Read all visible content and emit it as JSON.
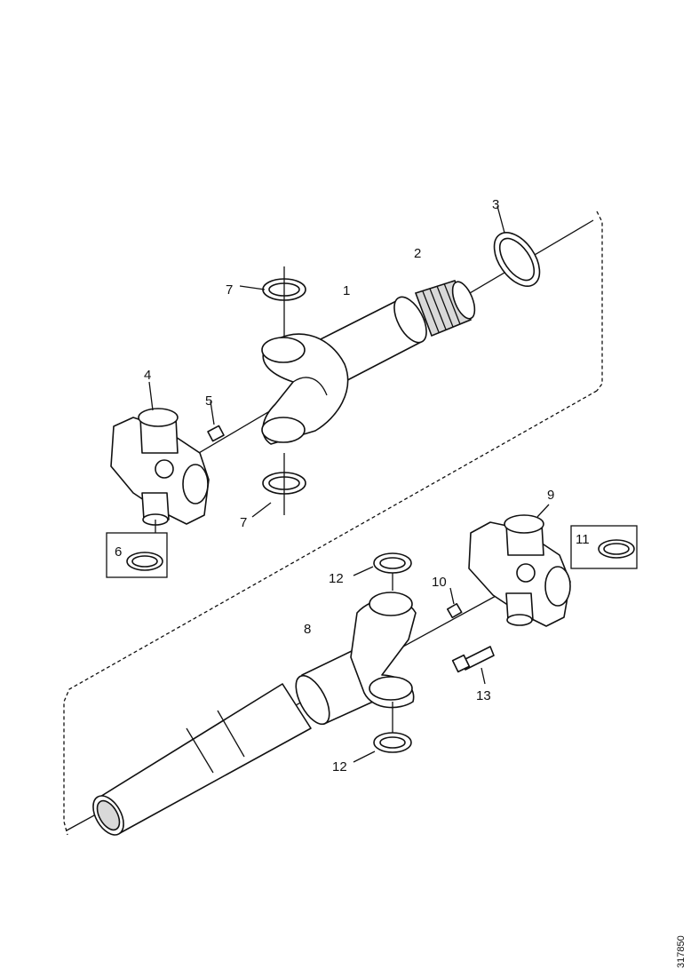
{
  "figure_number": "317850",
  "callouts": {
    "c1": "1",
    "c2": "2",
    "c3": "3",
    "c4": "4",
    "c5": "5",
    "c6": "6",
    "c7a": "7",
    "c7b": "7",
    "c8": "8",
    "c9": "9",
    "c10": "10",
    "c11": "11",
    "c12a": "12",
    "c12b": "12",
    "c13": "13"
  }
}
